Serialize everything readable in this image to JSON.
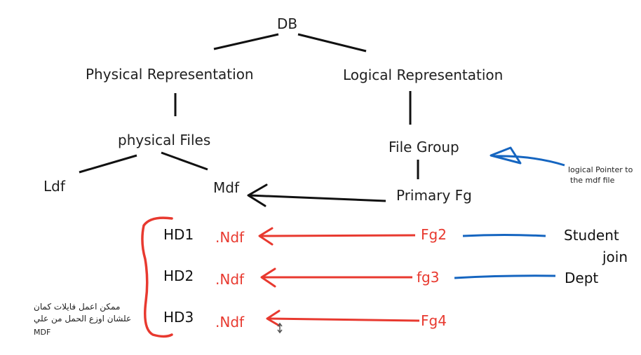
{
  "nodes": {
    "db": "DB",
    "physical": "Physical Representation",
    "logical": "Logical Representation",
    "physical_files": "physical Files",
    "file_group": "File Group",
    "ldf": "Ldf",
    "mdf": "Mdf",
    "primary_fg": "Primary Fg"
  },
  "rows": [
    {
      "hd": "HD1",
      "ndf": ".Ndf",
      "fg": "Fg2"
    },
    {
      "hd": "HD2",
      "ndf": ".Ndf",
      "fg": "fg3"
    },
    {
      "hd": "HD3",
      "ndf": ".Ndf",
      "fg": "Fg4"
    }
  ],
  "annotations": {
    "pointer_note_line1": "logical Pointer to",
    "pointer_note_line2": "the mdf file",
    "student": "Student",
    "join": "join",
    "dept": "Dept",
    "arabic_line1": "ممكن اعمل فايلات كمان",
    "arabic_line2": "علشان اوزع الحمل من علي",
    "arabic_line3": "MDF"
  },
  "colors": {
    "black": "#1f1f1f",
    "red": "#e8392f",
    "blue": "#1565c0"
  }
}
